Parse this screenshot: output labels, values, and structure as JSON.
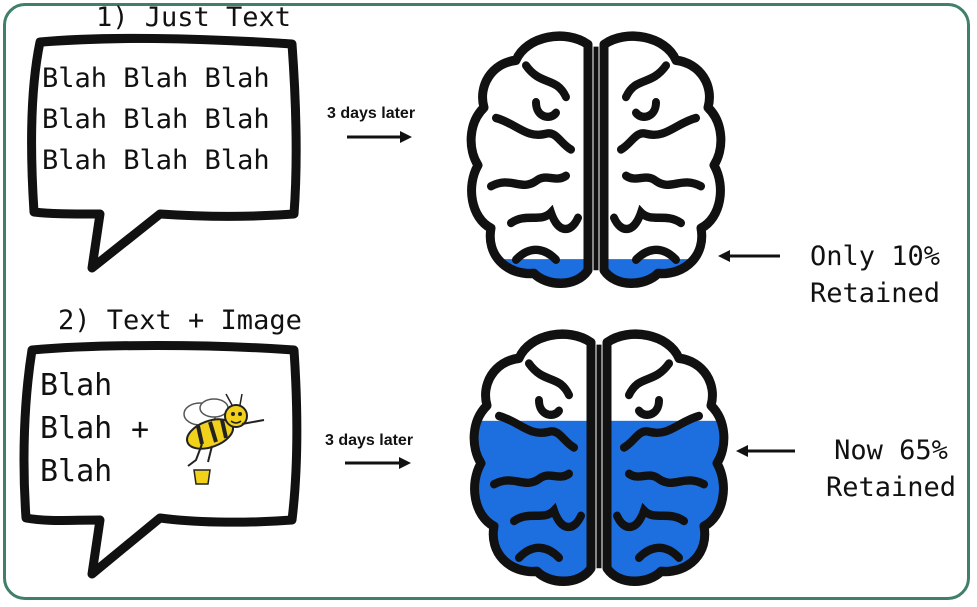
{
  "section1": {
    "title": "1) Just Text",
    "blah_lines": [
      "Blah Blah Blah",
      "Blah Blah Blah",
      "Blah Blah Blah"
    ],
    "arrow_label": "3 days later",
    "retained": [
      "Only 10%",
      "Retained"
    ],
    "retained_fraction": 0.1
  },
  "section2": {
    "title": "2) Text + Image",
    "blah_lines": [
      "Blah",
      "Blah",
      "Blah"
    ],
    "plus": "+",
    "arrow_label": "3 days later",
    "retained": [
      "Now 65%",
      "Retained"
    ],
    "retained_fraction": 0.65
  },
  "colors": {
    "frame": "#3f7f6c",
    "fill": "#1d6fe0",
    "outline": "#111111",
    "bee": "#f2d11a"
  },
  "icons": [
    "speech-bubble-icon",
    "arrow-right-icon",
    "brain-icon",
    "bee-icon",
    "arrow-left-icon"
  ]
}
